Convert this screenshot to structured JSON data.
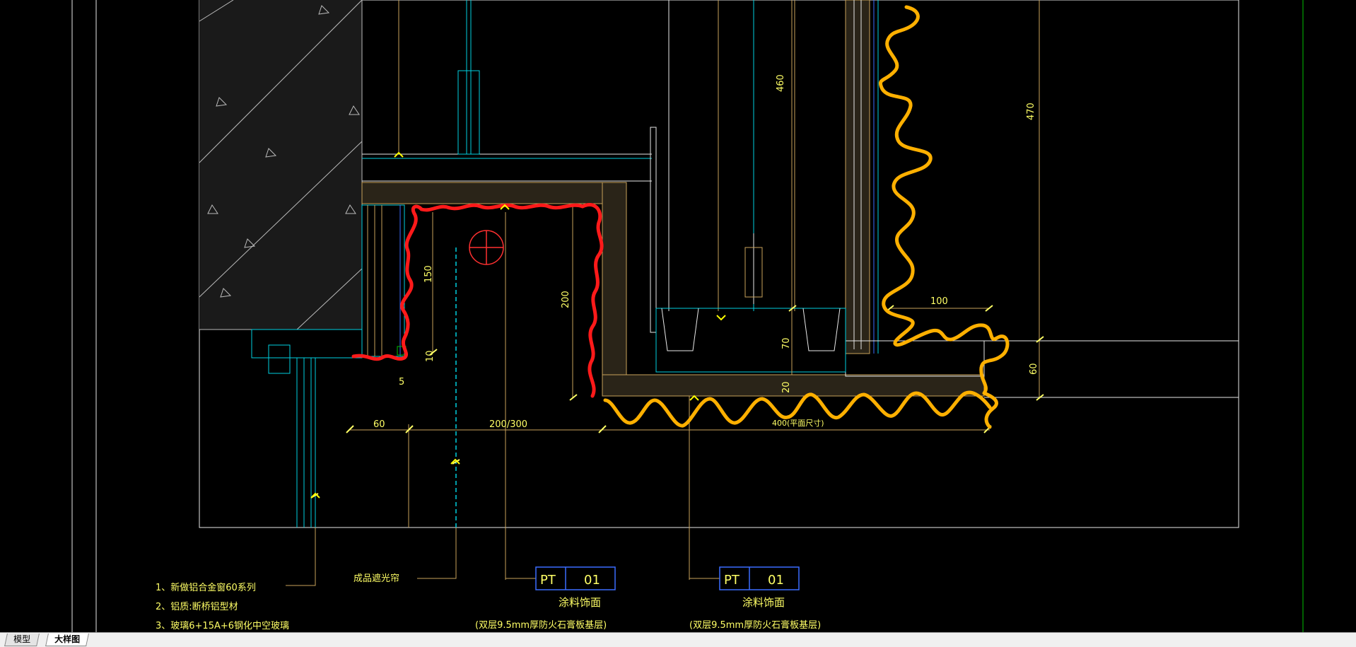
{
  "drawing": {
    "dimensions": {
      "d460": "460",
      "d470": "470",
      "d150": "150",
      "d200": "200",
      "d100": "100",
      "d70": "70",
      "d60_right": "60",
      "d10": "10",
      "d5": "5",
      "d20": "20",
      "d60_bottom": "60",
      "d200_300": "200/300",
      "d400": "400(平面尺寸)"
    },
    "label_curtain": "成品遮光帘",
    "notes": [
      "1、新做铝合金窗60系列",
      "2、铝质:断桥铝型材",
      "3、玻璃6+15A+6钢化中空玻璃"
    ],
    "tags": [
      {
        "code": "PT",
        "num": "01",
        "title": "涂料饰面",
        "sub": "(双层9.5mm厚防火石膏板基层)"
      },
      {
        "code": "PT",
        "num": "01",
        "title": "涂料饰面",
        "sub": "(双层9.5mm厚防火石膏板基层)"
      }
    ],
    "colors": {
      "background": "#000000",
      "cyan": "#00cfe0",
      "white": "#e8e8e8",
      "gold_dim": "#c8a25a",
      "yellow_text": "#ffff66",
      "markup_red": "#ff1a1a",
      "markup_orange": "#ffb000",
      "green": "#00c000",
      "blue": "#3b6cff"
    }
  },
  "tabs": [
    {
      "label": "模型",
      "active": false
    },
    {
      "label": "大样图",
      "active": true
    }
  ]
}
